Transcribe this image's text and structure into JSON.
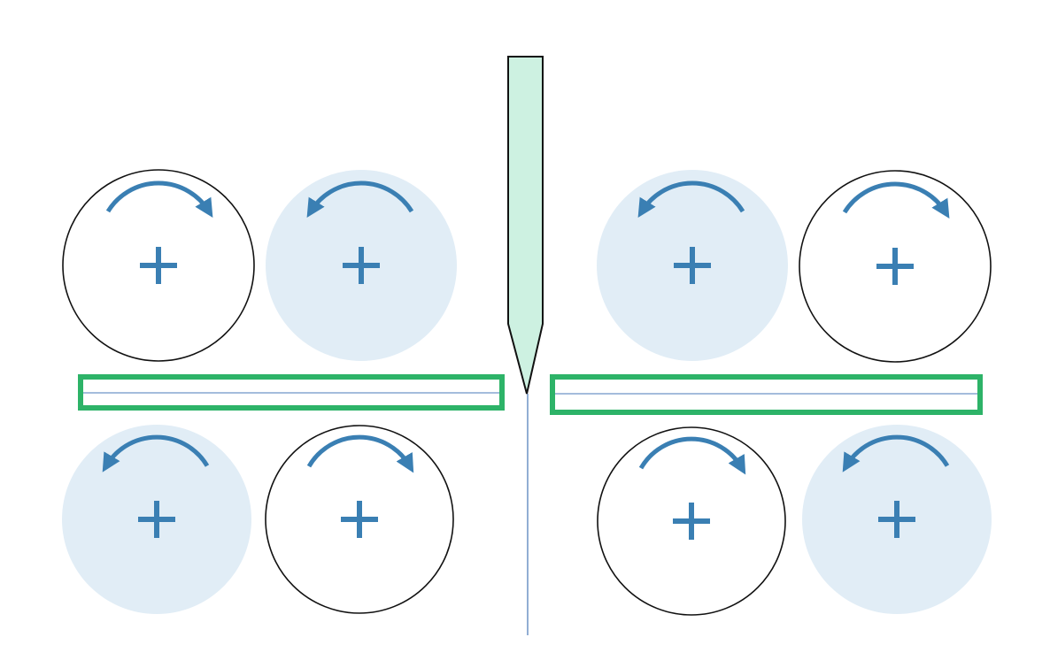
{
  "colors": {
    "background": "#ffffff",
    "roller_stroke": "#111111",
    "roller_fill_plain": "#ffffff",
    "roller_fill_shaded": "#e1edf6",
    "arrow": "#3a7fb3",
    "blade_fill": "#cdf1e1",
    "blade_stroke": "#111111",
    "strip_outline": "#2db368",
    "centerline": "#4a78b8"
  },
  "icons": {
    "roller_center": "plus-icon",
    "roller_rotation": "curved-arrow-icon"
  },
  "rollers": [
    {
      "id": "upper-left-outer",
      "shaded": false,
      "rotation": "clockwise"
    },
    {
      "id": "upper-left-inner",
      "shaded": true,
      "rotation": "counterclockwise"
    },
    {
      "id": "upper-right-inner",
      "shaded": true,
      "rotation": "counterclockwise"
    },
    {
      "id": "upper-right-outer",
      "shaded": false,
      "rotation": "clockwise"
    },
    {
      "id": "lower-left-outer",
      "shaded": true,
      "rotation": "counterclockwise"
    },
    {
      "id": "lower-left-inner",
      "shaded": false,
      "rotation": "clockwise"
    },
    {
      "id": "lower-right-inner",
      "shaded": false,
      "rotation": "clockwise"
    },
    {
      "id": "lower-right-outer",
      "shaded": true,
      "rotation": "counterclockwise"
    }
  ]
}
